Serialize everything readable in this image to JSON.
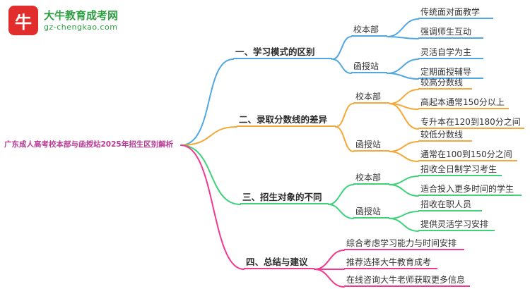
{
  "logo": {
    "icon_text": "牛",
    "title": "大牛教育成考网",
    "subtitle": "gz-chengkao.com",
    "icon_color": "#e22d2d",
    "text_color": "#2f9e43"
  },
  "root": {
    "label": "广东成人高考校本部与函授站2025年招生区别解析",
    "color": "#b93a96"
  },
  "colors": {
    "branch1": "#52a7e0",
    "branch2": "#f5a83a",
    "branch3": "#3ed17a",
    "branch4": "#f2398f"
  },
  "branches": [
    {
      "label": "一、学习模式的区别",
      "groups": [
        {
          "label": "校本部",
          "items": [
            {
              "label": "传统面对面教学"
            },
            {
              "label": "强调师生互动"
            }
          ]
        },
        {
          "label": "函授站",
          "items": [
            {
              "label": "灵活自学为主"
            },
            {
              "label": "定期面授辅导"
            }
          ]
        }
      ]
    },
    {
      "label": "二、录取分数线的差异",
      "groups": [
        {
          "label": "校本部",
          "items": [
            {
              "label": "较高分数线"
            },
            {
              "label": "高起本通常150分以上"
            },
            {
              "label": "专升本在120到180分之间"
            }
          ]
        },
        {
          "label": "函授站",
          "items": [
            {
              "label": "较低分数线"
            },
            {
              "label": "通常在100到150分之间"
            }
          ]
        }
      ]
    },
    {
      "label": "三、招生对象的不同",
      "groups": [
        {
          "label": "校本部",
          "items": [
            {
              "label": "招收全日制学习考生"
            },
            {
              "label": "适合投入更多时间的学生"
            }
          ]
        },
        {
          "label": "函授站",
          "items": [
            {
              "label": "招收在职人员"
            },
            {
              "label": "提供灵活学习安排"
            }
          ]
        }
      ]
    },
    {
      "label": "四、总结与建议",
      "items": [
        {
          "label": "综合考虑学习能力与时间安排"
        },
        {
          "label": "推荐选择大牛教育成考"
        },
        {
          "label": "在线咨询大牛老师获取更多信息"
        }
      ]
    }
  ]
}
